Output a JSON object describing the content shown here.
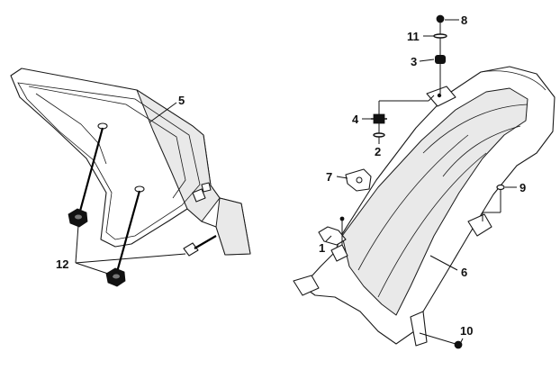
{
  "diagram": {
    "callouts": [
      {
        "id": "part-1",
        "label": "1"
      },
      {
        "id": "part-2",
        "label": "2"
      },
      {
        "id": "part-3",
        "label": "3"
      },
      {
        "id": "part-4",
        "label": "4"
      },
      {
        "id": "part-5",
        "label": "5"
      },
      {
        "id": "part-6",
        "label": "6"
      },
      {
        "id": "part-7",
        "label": "7"
      },
      {
        "id": "part-8",
        "label": "8"
      },
      {
        "id": "part-9",
        "label": "9"
      },
      {
        "id": "part-10",
        "label": "10"
      },
      {
        "id": "part-11",
        "label": "11"
      },
      {
        "id": "part-12",
        "label": "12"
      }
    ]
  }
}
